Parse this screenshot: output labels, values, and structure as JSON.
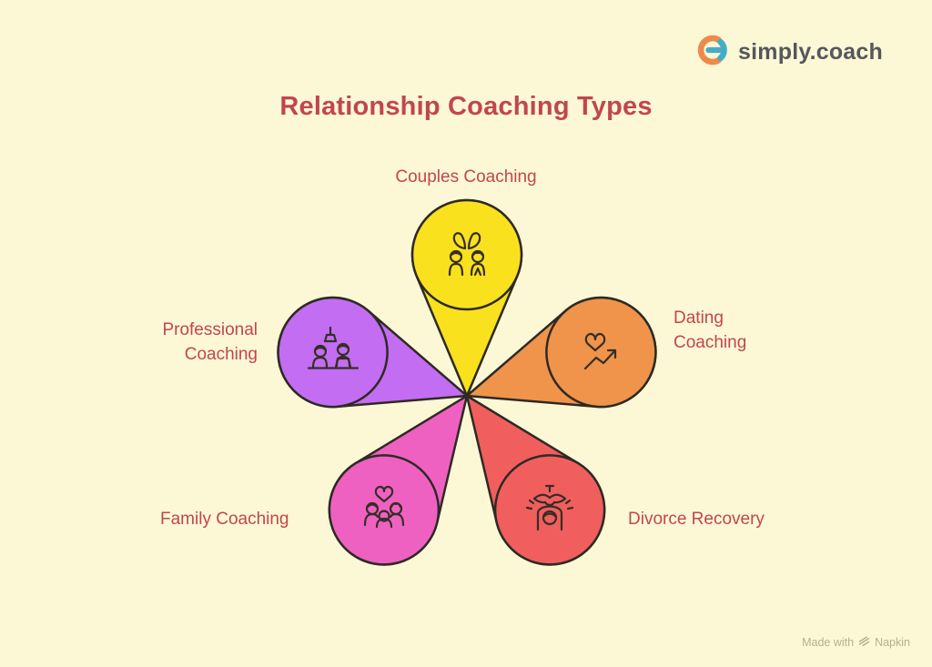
{
  "canvas": {
    "background": "#fcf8d5"
  },
  "brand": {
    "text": "simply.coach",
    "icon": "simply-coach-ring-icon",
    "icon_orange": "#ee8a4d",
    "icon_teal": "#45adc6",
    "text_color": "#54575d"
  },
  "title": {
    "text": "Relationship Coaching Types",
    "color": "#c2464d"
  },
  "diagram": {
    "type": "radial-petal-flower",
    "outline_color": "#2d2a24",
    "icon_stroke_color": "#352e26",
    "label_color": "#c2464d",
    "petals": [
      {
        "label": "Couples Coaching",
        "color": "#f9e11e",
        "icon": "couple-with-heart-icon",
        "position": "top"
      },
      {
        "label": "Dating Coaching",
        "color": "#ef944a",
        "icon": "heart-trend-arrow-icon",
        "position": "right"
      },
      {
        "label": "Divorce Recovery",
        "color": "#f15e5e",
        "icon": "dove-over-person-icon",
        "position": "bottom-right"
      },
      {
        "label": "Family Coaching",
        "color": "#ef61c1",
        "icon": "family-with-heart-icon",
        "position": "bottom-left"
      },
      {
        "label": "Professional Coaching",
        "color": "#c26df2",
        "icon": "coworkers-desk-lamp-icon",
        "position": "left"
      }
    ]
  },
  "credit": {
    "made_with": "Made with",
    "brand": "Napkin",
    "icon": "napkin-strokes-icon",
    "color": "#b5b08c"
  }
}
